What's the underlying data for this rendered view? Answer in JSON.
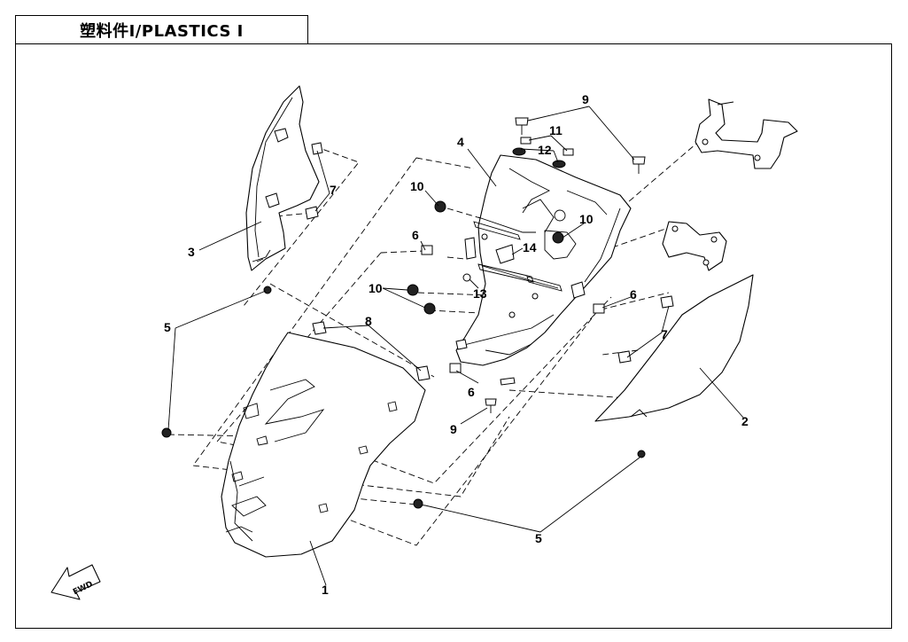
{
  "title": "塑料件Ⅰ/PLASTICS Ⅰ",
  "direction_arrow": "FWD",
  "callouts": [
    "1",
    "2",
    "3",
    "4",
    "5",
    "5",
    "6",
    "6",
    "6",
    "7",
    "7",
    "8",
    "9",
    "9",
    "10",
    "10",
    "10",
    "11",
    "12",
    "13",
    "14"
  ],
  "icons": {
    "direction": "arrow-left-icon"
  }
}
